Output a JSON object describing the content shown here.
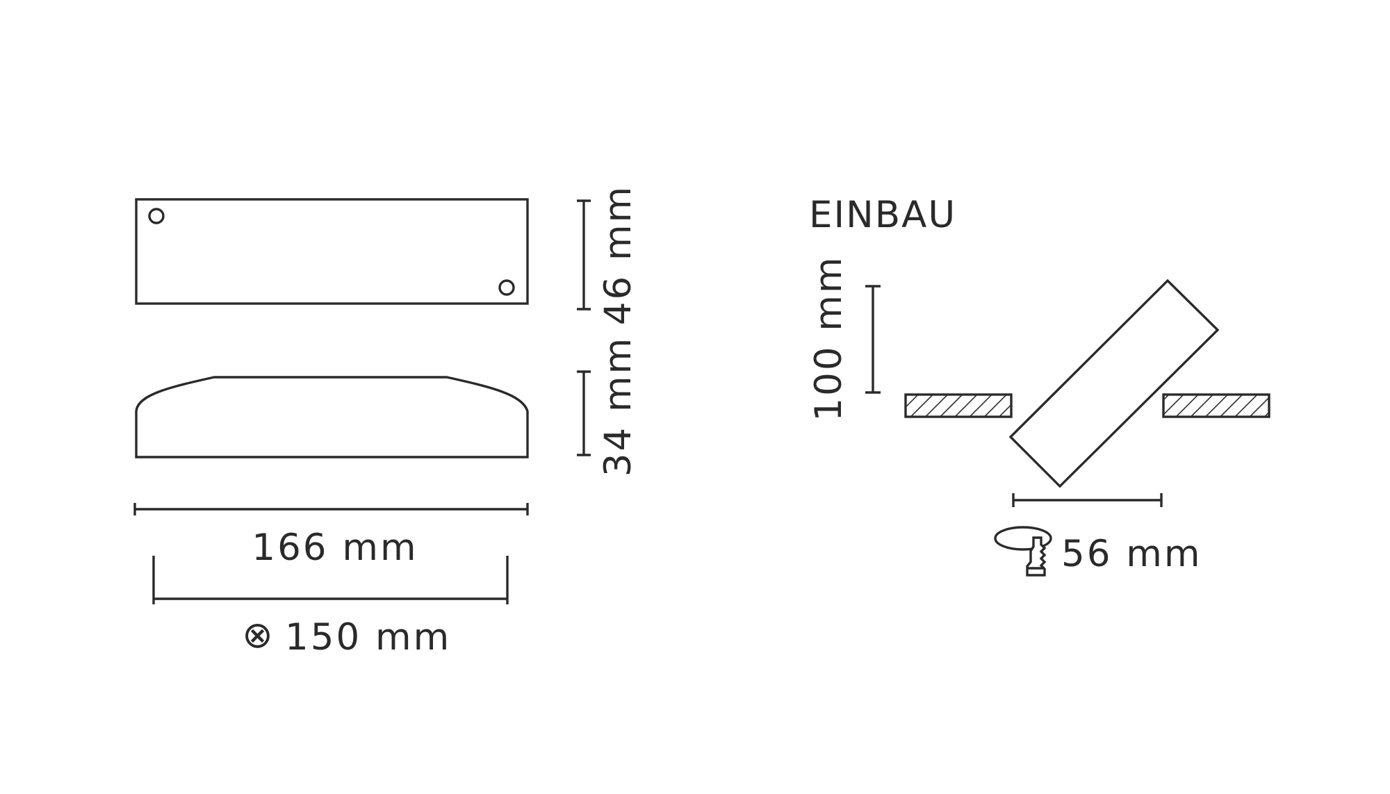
{
  "colors": {
    "line": "#2a2a2a",
    "background": "#ffffff"
  },
  "product_views": {
    "top_view": {
      "icon": "rectangle-with-mounting-holes"
    },
    "side_view": {
      "icon": "curved-profile"
    },
    "depth_label": "46 mm",
    "height_label": "34 mm",
    "width_label": "166 mm",
    "hole_spacing_symbol": "⊗",
    "hole_spacing_label": "150 mm"
  },
  "installation": {
    "heading": "EINBAU",
    "clearance_label": "100 mm",
    "cutout_label": "56 mm",
    "cutout_icon": "drill-hole-saw-icon"
  }
}
